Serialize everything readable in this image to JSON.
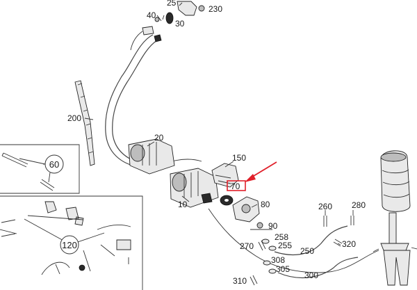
{
  "callouts": {
    "c25": "25",
    "c40": "40",
    "c30": "30",
    "c230": "230",
    "c200": "200",
    "c20": "20",
    "c150": "150",
    "c70": "70",
    "c10": "10",
    "c80": "80",
    "c60": "60",
    "c120": "120",
    "c90": "90",
    "c258": "258",
    "c255": "255",
    "c270": "270",
    "c250": "250",
    "c260": "260",
    "c280": "280",
    "c320": "320",
    "c308": "308",
    "c305": "305",
    "c300": "300",
    "c310": "310"
  },
  "colors": {
    "highlight": "#e0202a",
    "line": "#333333"
  },
  "icons": {
    "arrow": "red-arrow-icon"
  }
}
